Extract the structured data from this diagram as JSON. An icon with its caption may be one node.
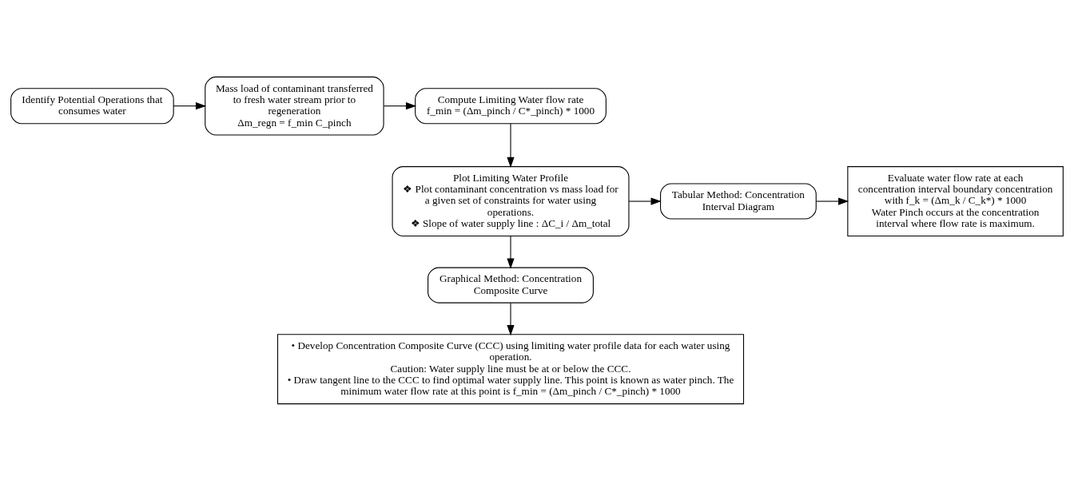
{
  "diagram": {
    "nodes": [
      {
        "text": [
          "Identify Potential Operations that consumes water"
        ]
      },
      {
        "text": [
          "Mass load of contaminant transferred to fresh water stream prior to regeneration",
          "Δm_regn = f_min C_pinch"
        ]
      },
      {
        "text": [
          "Compute Limiting Water flow rate",
          "f_min = (Δm_pinch / C*_pinch) * 1000"
        ]
      },
      {
        "text": [
          "Plot Limiting Water Profile",
          "❖ Plot contaminant concentration vs mass load for a given set of constraints for water using operations.",
          "❖ Slope of water supply line : ΔC_i / Δm_total"
        ]
      },
      {
        "text": [
          "Tabular Method: Concentration Interval Diagram"
        ]
      },
      {
        "text": [
          "Evaluate water flow rate at each concentration interval boundary concentration with f_k = (Δm_k / C_k*) * 1000",
          "Water Pinch occurs at the concentration interval where flow rate is maximum."
        ]
      },
      {
        "text": [
          "Graphical Method: Concentration Composite Curve"
        ]
      },
      {
        "text": [
          "• Develop Concentration Composite Curve (CCC) using limiting water profile data for each water using operation.",
          "Caution: Water supply line must be at or below the CCC.",
          "• Draw tangent line to the CCC to find optimal water supply line. This point is known as water pinch. The minimum water flow rate at this point is f_min = (Δm_pinch / C*_pinch) * 1000"
        ]
      }
    ],
    "edges": [
      {
        "from": 0,
        "to": 1,
        "arrow": "to"
      },
      {
        "from": 1,
        "to": 2,
        "arrow": "to"
      },
      {
        "from": 2,
        "to": 3,
        "arrow": "to"
      },
      {
        "from": 3,
        "to": 4,
        "arrow": "to"
      },
      {
        "from": 3,
        "to": 6,
        "arrow": "to"
      },
      {
        "from": 4,
        "to": 5,
        "arrow": "to"
      },
      {
        "from": 6,
        "to": 7,
        "arrow": "to"
      }
    ]
  }
}
